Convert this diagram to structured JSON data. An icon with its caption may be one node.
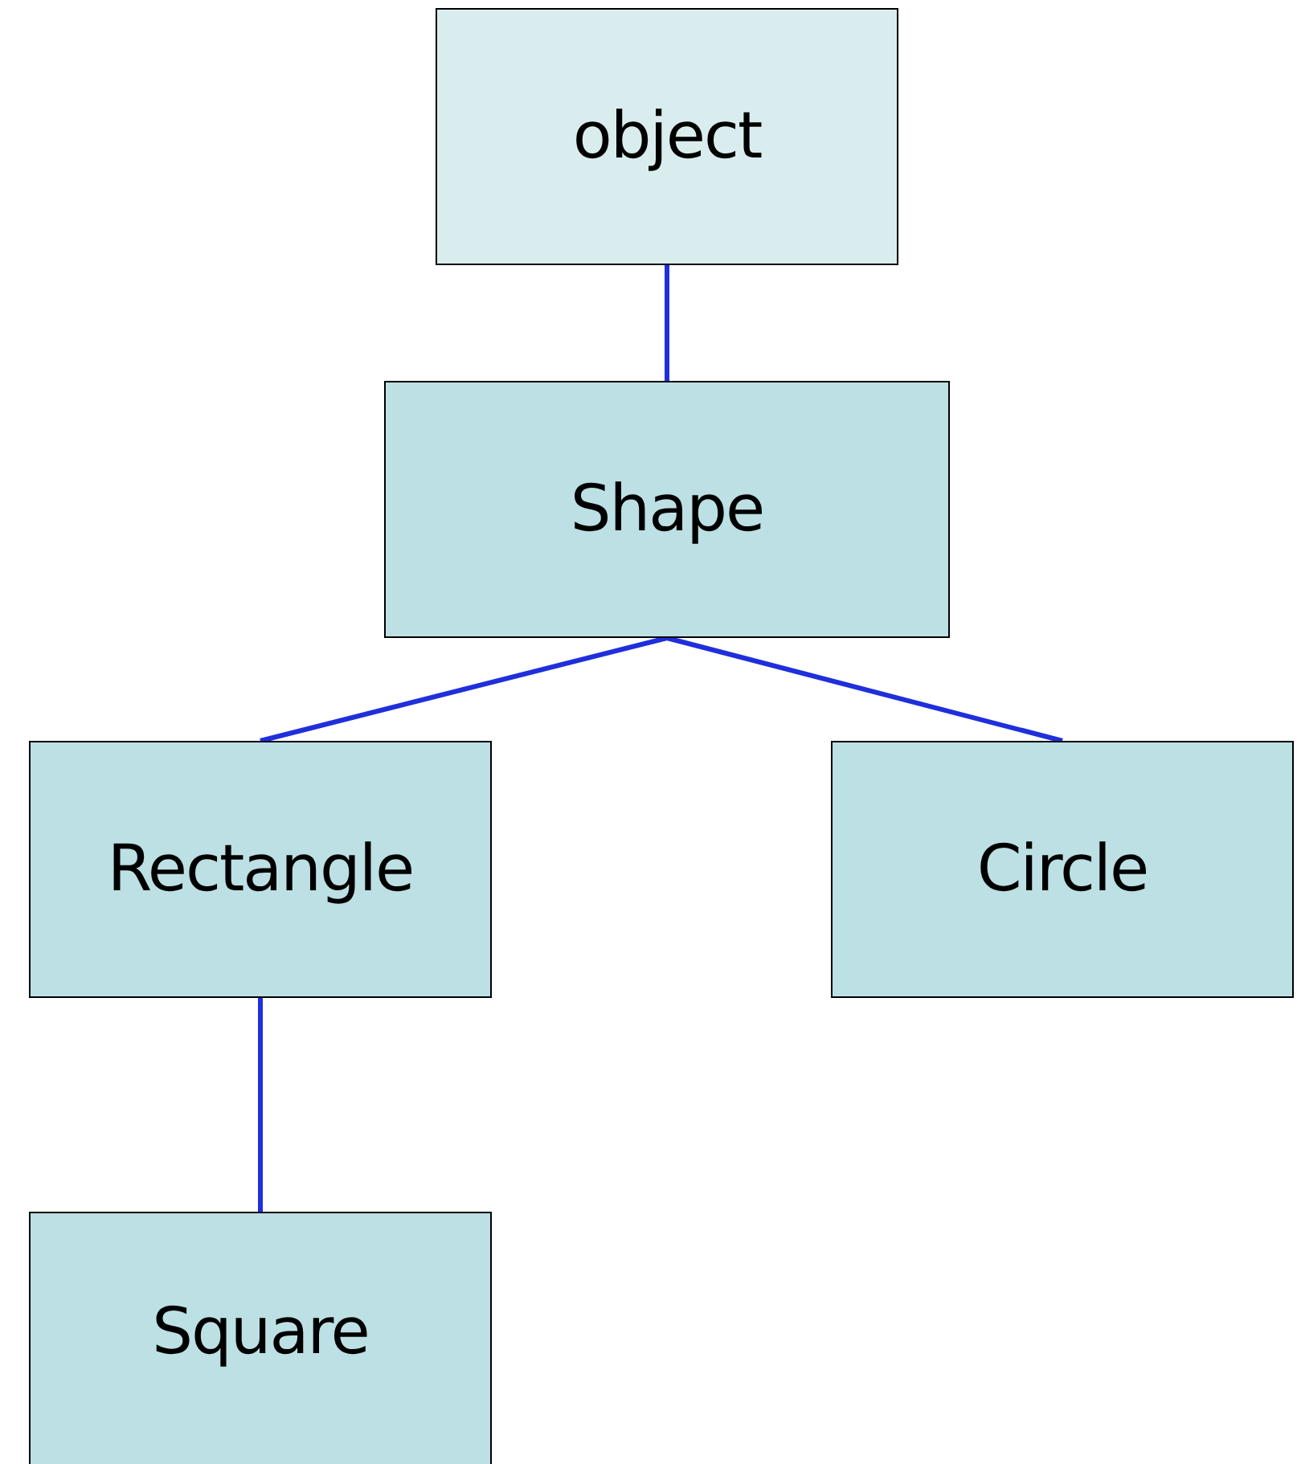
{
  "diagram": {
    "nodes": [
      {
        "text": [
          "object"
        ]
      },
      {
        "text": [
          "Shape"
        ]
      },
      {
        "text": [
          "Rectangle"
        ]
      },
      {
        "text": [
          "Circle"
        ]
      },
      {
        "text": [
          "Square"
        ]
      }
    ],
    "edges": [
      {
        "from": 0,
        "to": 1,
        "arrow": "none"
      },
      {
        "from": 1,
        "to": 2,
        "arrow": "none"
      },
      {
        "from": 1,
        "to": 3,
        "arrow": "none"
      },
      {
        "from": 2,
        "to": 4,
        "arrow": "none"
      }
    ]
  }
}
